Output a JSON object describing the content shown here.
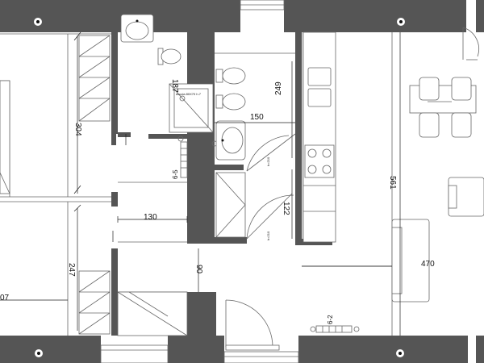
{
  "dimensions": {
    "d304": "304",
    "d187": "187",
    "d249": "249",
    "d150": "150",
    "d561": "561",
    "d130": "130",
    "d122": "122",
    "d247": "247",
    "d470": "470",
    "d90": "90",
    "d07": "07"
  },
  "marks": {
    "radiator_a": "6-5",
    "radiator_b": "6-2",
    "door_note_1": "h=210",
    "door_note_2": "h=210",
    "shower_note": "doccia 80X70 h.7"
  }
}
